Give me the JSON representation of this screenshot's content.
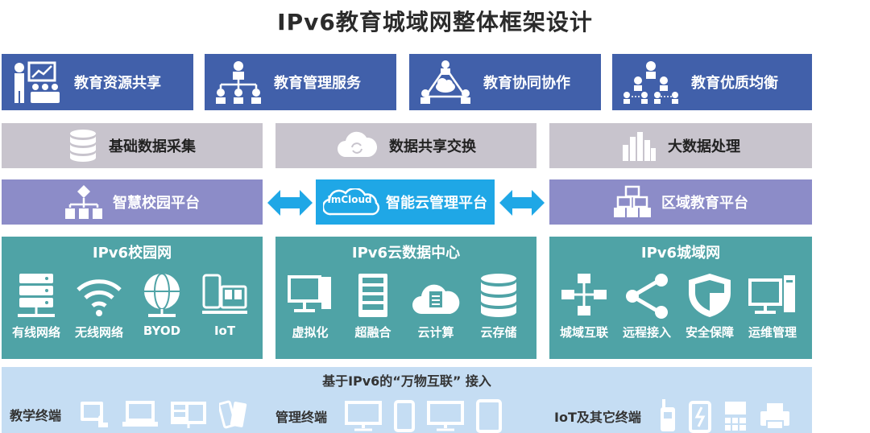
{
  "title": "IPv6教育城域网整体框架设计",
  "row1": [
    "教育资源共享",
    "教育管理服务",
    "教育协同协作",
    "教育优质均衡"
  ],
  "row2": [
    "基础数据采集",
    "数据共享交换",
    "大数据处理"
  ],
  "row3": {
    "left": "智慧校园平台",
    "center_logo": "ImCloud",
    "center": "智能云管理平台",
    "right": "区域教育平台"
  },
  "networks": [
    {
      "title": "IPv6校园网",
      "items": [
        "有线网络",
        "无线网络",
        "BYOD",
        "IoT"
      ]
    },
    {
      "title": "IPv6云数据中心",
      "items": [
        "虚拟化",
        "超融合",
        "云计算",
        "云存储"
      ]
    },
    {
      "title": "IPv6城域网",
      "items": [
        "城域互联",
        "远程接入",
        "安全保障",
        "运维管理"
      ]
    }
  ],
  "bottom": {
    "title": "基于IPv6的“万物互联” 接入",
    "groups": [
      "教学终端",
      "管理终端",
      "IoT及其它终端"
    ]
  },
  "colors": {
    "row1": "#4160aa",
    "row2": "#c8c4cd",
    "row3": "#8c8cc8",
    "cloud": "#1fa7e6",
    "network": "#4fa3a6",
    "bottom": "#c5ddf3"
  }
}
